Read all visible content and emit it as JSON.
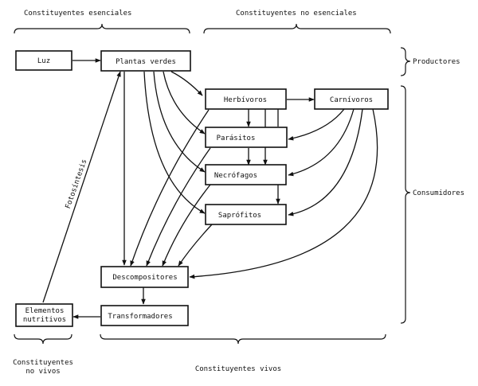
{
  "groups": {
    "essential": "Constituyentes esenciales",
    "non_essential": "Constituyentes no esenciales",
    "non_living": "Constituyentes\nno vivos",
    "living": "Constituyentes vivos",
    "producers": "Productores",
    "consumers": "Consumidores"
  },
  "nodes": {
    "luz": "Luz",
    "plantas": "Plantas verdes",
    "herbivoros": "Herbívoros",
    "carnivoros": "Carnívoros",
    "parasitos": "Parásitos",
    "necrofagos": "Necrófagos",
    "saprofitos": "Saprófitos",
    "descomponedores": "Descompositores",
    "transformadores": "Transformadores",
    "elementos": "Elementos\nnutritivos"
  },
  "edge_labels": {
    "fotosintesis": "Fotosíntesis"
  },
  "colors": {
    "ink": "#111111",
    "background": "#ffffff"
  }
}
